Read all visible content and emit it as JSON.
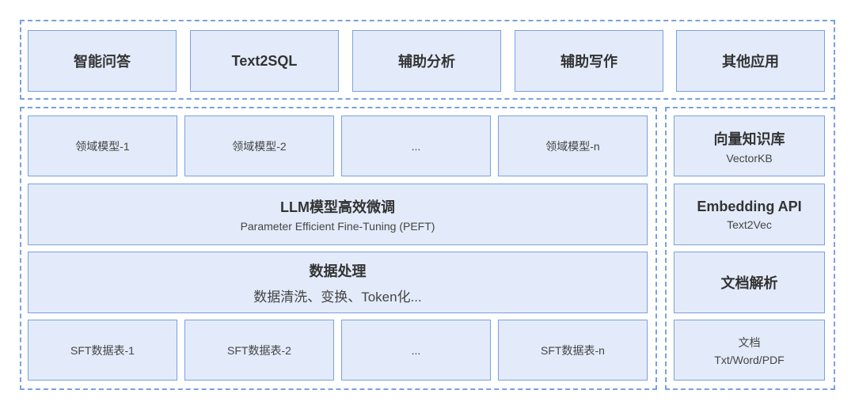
{
  "apps": [
    "智能问答",
    "Text2SQL",
    "辅助分析",
    "辅助写作",
    "其他应用"
  ],
  "domain_models": [
    "领域模型-1",
    "领域模型-2",
    "...",
    "领域模型-n"
  ],
  "finetune": {
    "title": "LLM模型高效微调",
    "subtitle": "Parameter Efficient Fine-Tuning (PEFT)"
  },
  "data_processing": {
    "title": "数据处理",
    "subtitle": "数据清洗、变换、Token化..."
  },
  "sft_tables": [
    "SFT数据表-1",
    "SFT数据表-2",
    "...",
    "SFT数据表-n"
  ],
  "right": {
    "vector_kb": {
      "title": "向量知识库",
      "subtitle": "VectorKB"
    },
    "embedding": {
      "title": "Embedding API",
      "subtitle": "Text2Vec"
    },
    "doc_parse": {
      "title": "文档解析"
    },
    "docs": {
      "title": "文档",
      "subtitle": "Txt/Word/PDF"
    }
  },
  "colors": {
    "box_fill": "#e3ebfa",
    "box_border": "#7aa0e0",
    "dashed_border": "#7aa0e0"
  }
}
